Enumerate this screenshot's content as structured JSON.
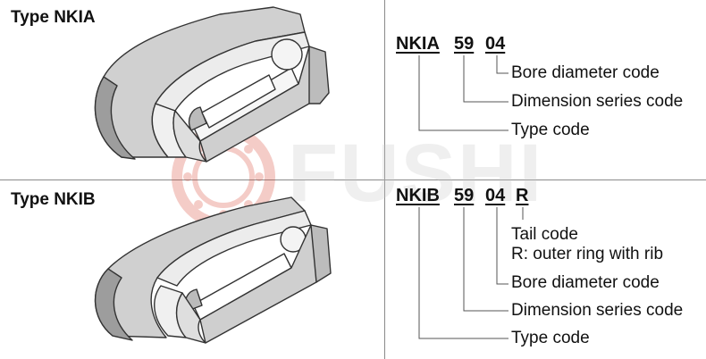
{
  "watermark": {
    "brand": "FUSHI"
  },
  "nkia": {
    "title": "Type NKIA",
    "codes": [
      "NKIA",
      "59",
      "04"
    ],
    "descriptions": [
      "Bore diameter code",
      "Dimension series code",
      "Type code"
    ]
  },
  "nkib": {
    "title": "Type NKIB",
    "codes": [
      "NKIB",
      "59",
      "04",
      "R"
    ],
    "tail_title": "Tail code",
    "tail_detail": "R: outer ring with rib",
    "descriptions": [
      "Bore diameter code",
      "Dimension series code",
      "Type code"
    ]
  },
  "colors": {
    "line": "#8a8a8a",
    "text": "#111111",
    "watermark_red": "#d94a3a"
  }
}
